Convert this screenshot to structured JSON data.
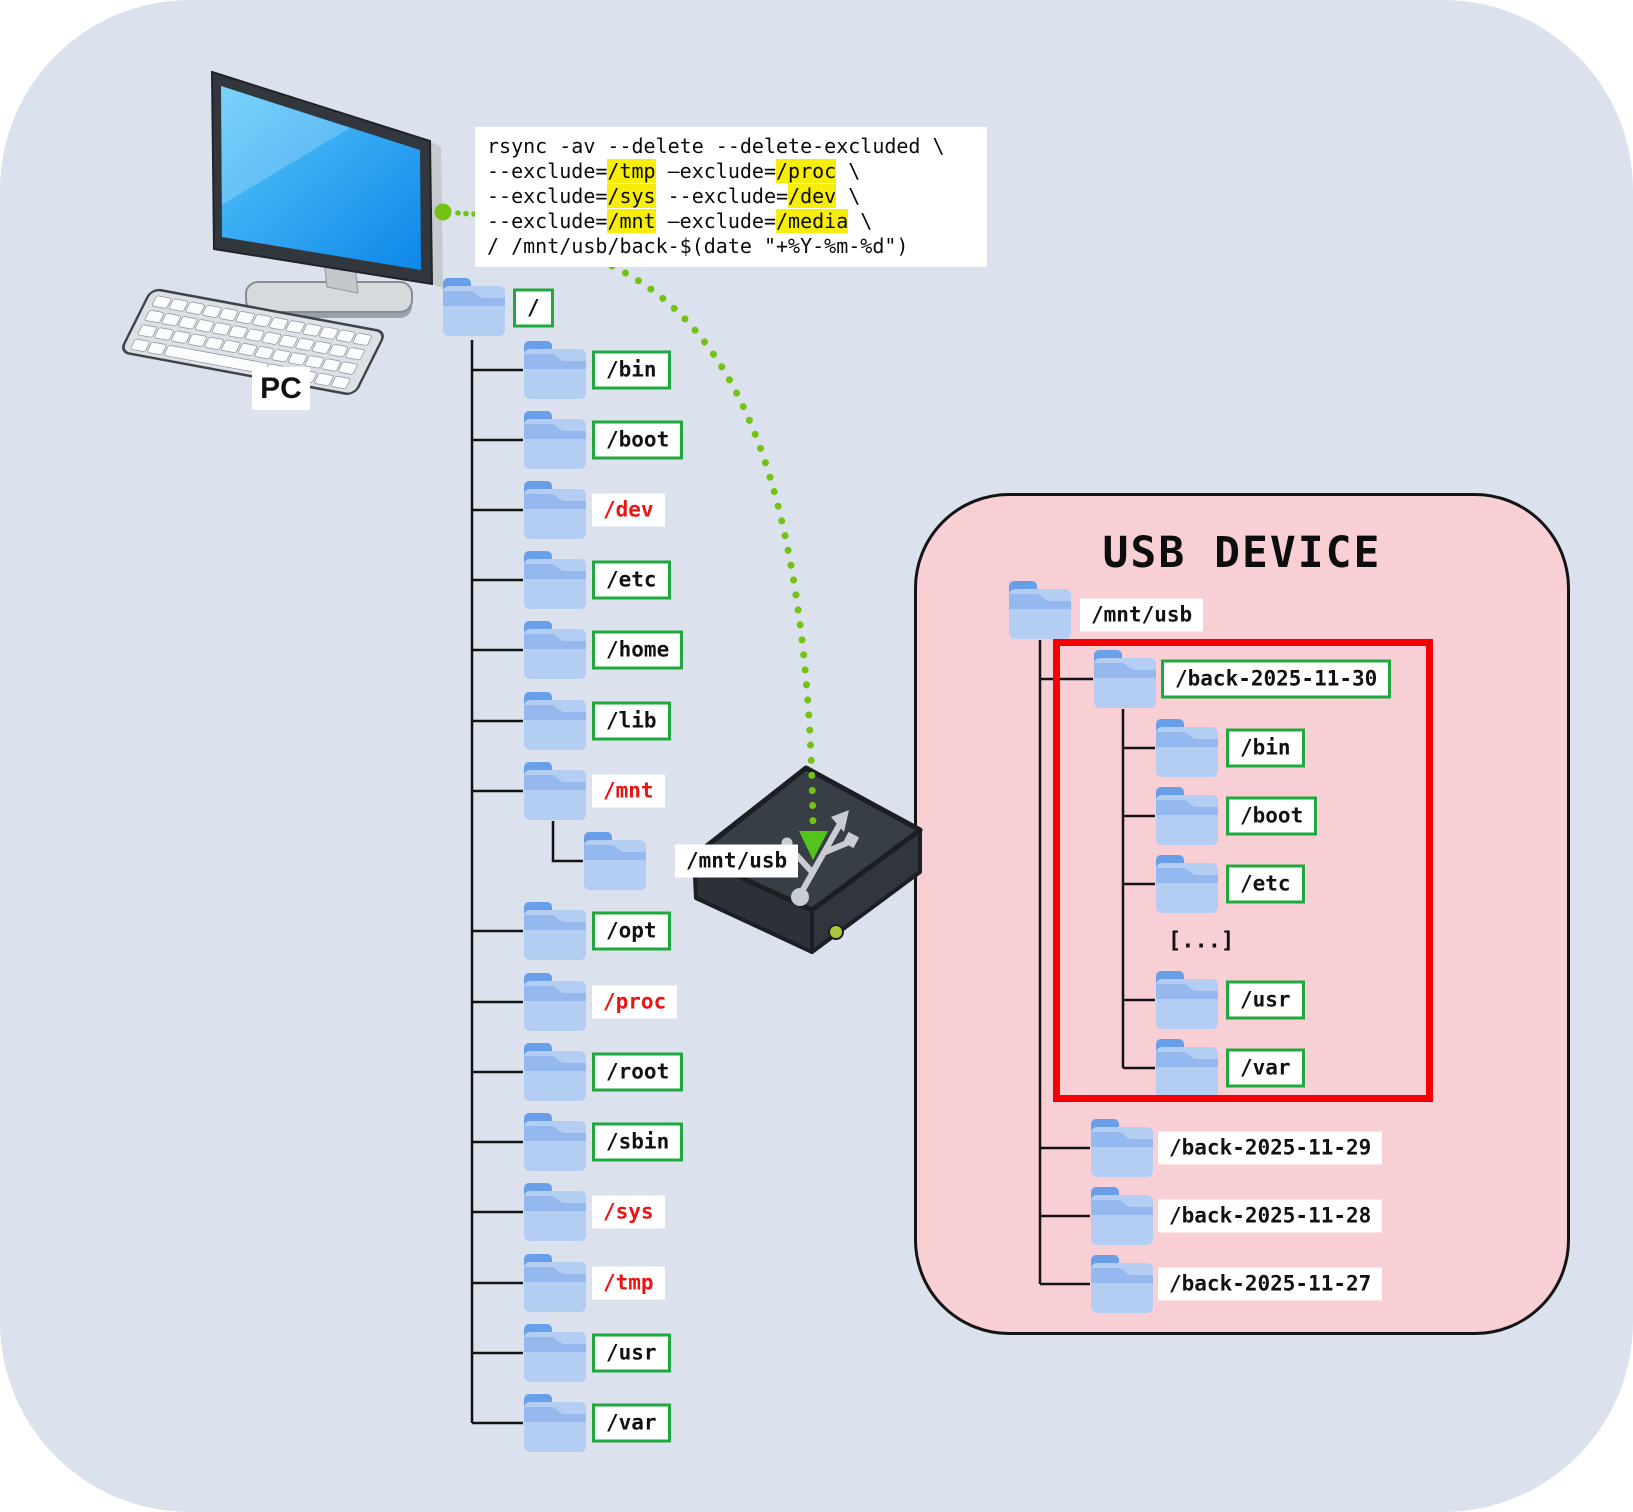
{
  "pc": {
    "label": "PC"
  },
  "command": {
    "lines": [
      {
        "segments": [
          {
            "text": "rsync -av --delete --delete-excluded \\"
          }
        ]
      },
      {
        "segments": [
          {
            "text": "--exclude="
          },
          {
            "text": "/tmp",
            "highlight": true
          },
          {
            "text": " –exclude="
          },
          {
            "text": "/proc",
            "highlight": true
          },
          {
            "text": " \\"
          }
        ]
      },
      {
        "segments": [
          {
            "text": "--exclude="
          },
          {
            "text": "/sys",
            "highlight": true
          },
          {
            "text": " --exclude="
          },
          {
            "text": "/dev",
            "highlight": true
          },
          {
            "text": " \\"
          }
        ]
      },
      {
        "segments": [
          {
            "text": "--exclude="
          },
          {
            "text": "/mnt",
            "highlight": true
          },
          {
            "text": " –exclude="
          },
          {
            "text": "/media",
            "highlight": true
          },
          {
            "text": " \\"
          }
        ]
      },
      {
        "segments": [
          {
            "text": "/ /mnt/usb/back-$(date \"+%Y-%m-%d\")"
          }
        ]
      }
    ]
  },
  "source_tree": {
    "root": {
      "label": "/",
      "status": "included"
    },
    "entries": [
      {
        "label": "/bin",
        "status": "included"
      },
      {
        "label": "/boot",
        "status": "included"
      },
      {
        "label": "/dev",
        "status": "excluded"
      },
      {
        "label": "/etc",
        "status": "included"
      },
      {
        "label": "/home",
        "status": "included"
      },
      {
        "label": "/lib",
        "status": "included"
      },
      {
        "label": "/mnt",
        "status": "excluded"
      },
      {
        "label": "/mnt/usb",
        "status": "mount",
        "indent": true
      },
      {
        "label": "/opt",
        "status": "included"
      },
      {
        "label": "/proc",
        "status": "excluded"
      },
      {
        "label": "/root",
        "status": "included"
      },
      {
        "label": "/sbin",
        "status": "included"
      },
      {
        "label": "/sys",
        "status": "excluded"
      },
      {
        "label": "/tmp",
        "status": "excluded"
      },
      {
        "label": "/usr",
        "status": "included"
      },
      {
        "label": "/var",
        "status": "included"
      }
    ]
  },
  "usb_drive_label": "/mnt/usb",
  "usb_panel": {
    "title": "USB DEVICE",
    "mount": {
      "label": "/mnt/usb"
    },
    "latest_backup": {
      "label": "/back-2025-11-30",
      "children": [
        {
          "label": "/bin",
          "kind": "folder"
        },
        {
          "label": "/boot",
          "kind": "folder"
        },
        {
          "label": "/etc",
          "kind": "folder"
        },
        {
          "label": "[...]",
          "kind": "ellipsis"
        },
        {
          "label": "/usr",
          "kind": "folder"
        },
        {
          "label": "/var",
          "kind": "folder"
        }
      ]
    },
    "older_backups": [
      {
        "label": "/back-2025-11-29"
      },
      {
        "label": "/back-2025-11-28"
      },
      {
        "label": "/back-2025-11-27"
      }
    ]
  },
  "colors": {
    "background": "#dbe2ed",
    "panel_pink": "#f7cfd5",
    "include_green": "#1fa83d",
    "exclude_red": "#ec1313",
    "highlight_yellow": "#f6ee0a",
    "red_box": "#f60006",
    "dotted_line_green": "#74c214",
    "arrow_green": "#52c41a",
    "folder_blue": "#b4cdf3",
    "folder_tab_blue": "#699ee9"
  }
}
